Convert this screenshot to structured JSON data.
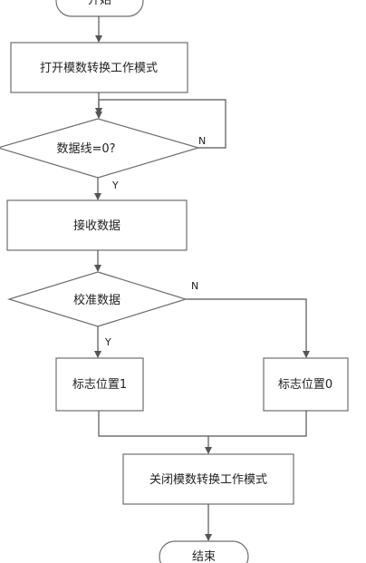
{
  "nodes": {
    "start": "开始",
    "open_adc": "打开模数转换工作模式",
    "check_line": "数据线=0?",
    "receive": "接收数据",
    "verify": "校准数据",
    "flag1": "标志位置1",
    "flag0": "标志位置0",
    "close_adc": "关闭模数转换工作模式",
    "end": "结束"
  },
  "edges": {
    "check_no": "N",
    "check_yes": "Y",
    "verify_no": "N",
    "verify_yes": "Y"
  }
}
